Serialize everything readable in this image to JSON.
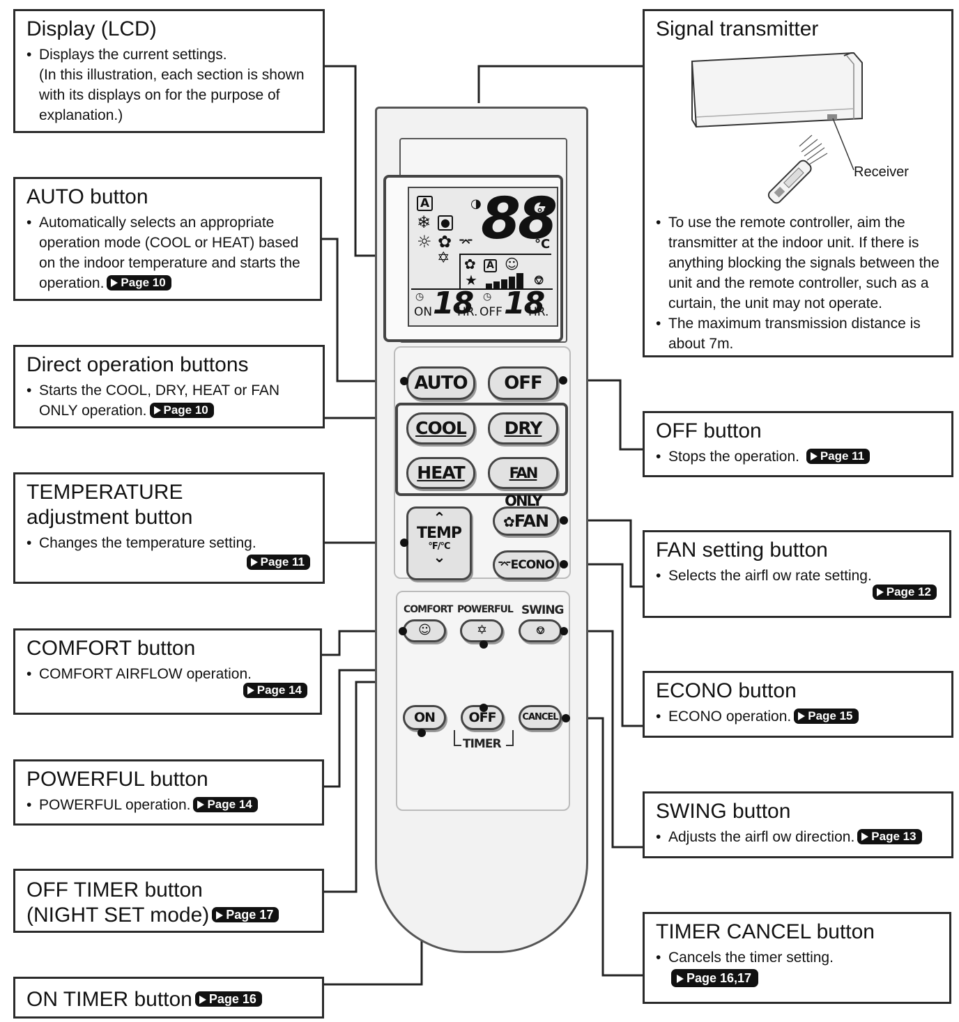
{
  "callouts": {
    "display": {
      "title": "Display (LCD)",
      "lines": [
        "Displays the current settings.",
        "(In this illustration, each section is shown with its displays on for the purpose of explanation.)"
      ]
    },
    "auto": {
      "title": "AUTO button",
      "text": "Automatically selects an appropriate operation mode (COOL or HEAT) based on the indoor temperature and starts the operation.",
      "page": "Page 10"
    },
    "direct": {
      "title": "Direct operation buttons",
      "text": "Starts the COOL, DRY, HEAT or FAN ONLY operation.",
      "page": "Page 10"
    },
    "temperature": {
      "title_line1": "TEMPERATURE",
      "title_line2": "adjustment button",
      "text": "Changes the temperature setting.",
      "page": "Page 11"
    },
    "comfort": {
      "title": "COMFORT button",
      "text": "COMFORT AIRFLOW operation.",
      "page": "Page 14"
    },
    "powerful": {
      "title": "POWERFUL button",
      "text": "POWERFUL operation.",
      "page": "Page 14"
    },
    "off_timer": {
      "title_line1": "OFF TIMER button",
      "title_line2": "(NIGHT SET mode)",
      "page": "Page 17"
    },
    "on_timer": {
      "title": "ON TIMER button",
      "page": "Page 16"
    },
    "signal": {
      "title": "Signal transmitter",
      "receiver_label": "Receiver",
      "lines": [
        "To use the remote controller, aim the transmitter at the indoor unit. If there is anything blocking the signals between the unit and the remote controller, such as a curtain, the unit may not operate.",
        "The maximum transmission distance is about 7m."
      ]
    },
    "off": {
      "title": "OFF button",
      "text": "Stops the operation.",
      "page": "Page 11"
    },
    "fan": {
      "title": "FAN setting button",
      "text": "Selects the airfl ow rate setting.",
      "page": "Page 12"
    },
    "econo": {
      "title": "ECONO button",
      "text": "ECONO operation.",
      "page": "Page 15"
    },
    "swing": {
      "title": "SWING button",
      "text": "Adjusts the airfl ow direction.",
      "page": "Page 13"
    },
    "timer_cancel": {
      "title": "TIMER CANCEL button",
      "text": "Cancels the timer setting.",
      "page": "Page 16,17"
    }
  },
  "remote": {
    "lcd": {
      "temp_digits": "88",
      "unit_f": "°F",
      "unit_c": "°C",
      "auto_indicator": "A",
      "timer_on_label": "ON",
      "timer_on_digits": "18",
      "timer_off_label": "OFF",
      "timer_off_digits": "18",
      "hr_label": "HR."
    },
    "buttons": {
      "auto": "AUTO",
      "off": "OFF",
      "cool": "COOL",
      "dry": "DRY",
      "heat": "HEAT",
      "fan_only": "FAN ONLY",
      "temp": "TEMP",
      "temp_units": "°F/°C",
      "fan": "FAN",
      "econo": "ECONO",
      "comfort": "COMFORT",
      "powerful": "POWERFUL",
      "swing": "SWING",
      "timer_on": "ON",
      "timer_off": "OFF",
      "timer_cancel": "CANCEL",
      "timer_label": "TIMER"
    }
  }
}
